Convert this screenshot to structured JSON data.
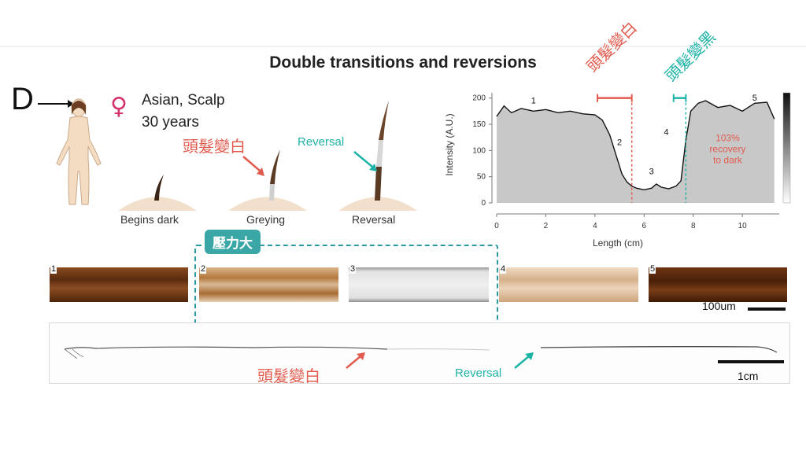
{
  "figure": {
    "title": "Double transitions and reversions",
    "panel_letter": "D",
    "subject": {
      "sex_symbol": "♀",
      "group": "Asian, Scalp",
      "age": "30 years"
    },
    "stages": [
      {
        "label": "Begins dark"
      },
      {
        "label": "Greying"
      },
      {
        "label": "Reversal"
      }
    ],
    "annotations": {
      "greying_cn": "頭髮變白",
      "reversal_en": "Reversal",
      "darkening_cn": "頭髮變黑",
      "stress_cn": "壓力大"
    },
    "strips": [
      {
        "num": "1"
      },
      {
        "num": "2"
      },
      {
        "num": "3"
      },
      {
        "num": "4"
      },
      {
        "num": "5"
      }
    ],
    "scale_micro": "100um",
    "scale_macro": "1cm",
    "colors": {
      "accent_red": "#e25b4f",
      "accent_teal": "#1fb3a7",
      "badge": "#3aa7a6"
    }
  },
  "chart_data": {
    "type": "area",
    "xlabel": "Length (cm)",
    "ylabel": "Intensity (A.U.)",
    "xlim": [
      0,
      11.5
    ],
    "ylim": [
      0,
      210
    ],
    "xticks": [
      0,
      2,
      4,
      6,
      8,
      10
    ],
    "yticks": [
      0,
      50,
      100,
      150,
      200
    ],
    "grid": false,
    "x": [
      0,
      0.3,
      0.6,
      1.0,
      1.5,
      2.0,
      2.5,
      3.0,
      3.5,
      4.0,
      4.3,
      4.6,
      4.9,
      5.1,
      5.3,
      5.5,
      5.7,
      6.0,
      6.3,
      6.5,
      6.7,
      7.0,
      7.3,
      7.5,
      7.7,
      7.9,
      8.2,
      8.5,
      9.0,
      9.5,
      10.0,
      10.5,
      11.0,
      11.3
    ],
    "y": [
      165,
      185,
      172,
      180,
      175,
      178,
      172,
      175,
      170,
      168,
      158,
      130,
      85,
      55,
      40,
      32,
      28,
      25,
      28,
      36,
      30,
      27,
      32,
      42,
      120,
      175,
      190,
      195,
      182,
      186,
      175,
      190,
      192,
      160
    ],
    "region_labels": [
      "1",
      "2",
      "3",
      "4",
      "5"
    ],
    "annotation": "103% recovery to dark",
    "markers": [
      {
        "label": "頭髮變白",
        "x_start": 4.1,
        "x_end": 5.5,
        "color": "#e25b4f"
      },
      {
        "label": "頭髮變黑",
        "x_start": 7.2,
        "x_end": 7.7,
        "color": "#1fb3a7"
      }
    ]
  }
}
